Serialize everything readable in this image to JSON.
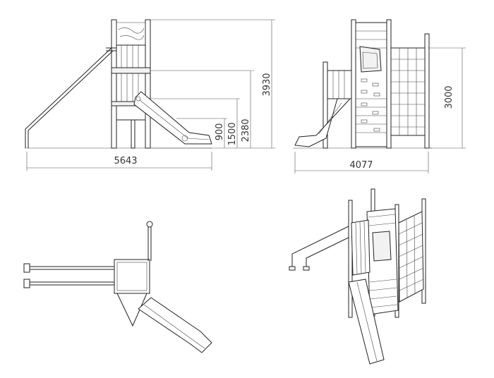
{
  "drawing": {
    "front_view": {
      "dimensions": {
        "width": "5643",
        "height_total": "3930",
        "h1": "900",
        "h2": "1500",
        "h3": "2380"
      }
    },
    "side_view": {
      "dimensions": {
        "width": "4077",
        "height_net": "3000"
      }
    }
  }
}
